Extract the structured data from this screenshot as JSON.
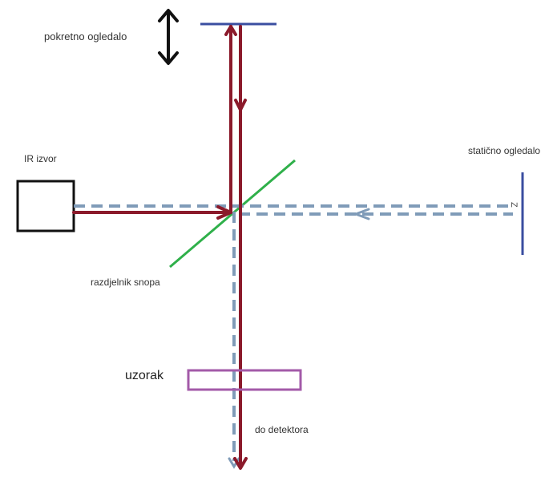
{
  "labels": {
    "moving_mirror": "pokretno ogledalo",
    "ir_source": "IR izvor",
    "static_mirror": "statično ogledalo",
    "beam_splitter": "razdjelnik snopa",
    "sample": "uzorak",
    "to_detector": "do detektora",
    "static_mirror_mark": "Z"
  },
  "colors": {
    "ir_beam": "#8b1a2b",
    "reference_beam": "#7f9bb8",
    "mirror": "#3a4ea0",
    "beam_splitter": "#2fb04a",
    "sample": "#a35aa8",
    "source_box": "#111111",
    "arrow": "#111111"
  }
}
